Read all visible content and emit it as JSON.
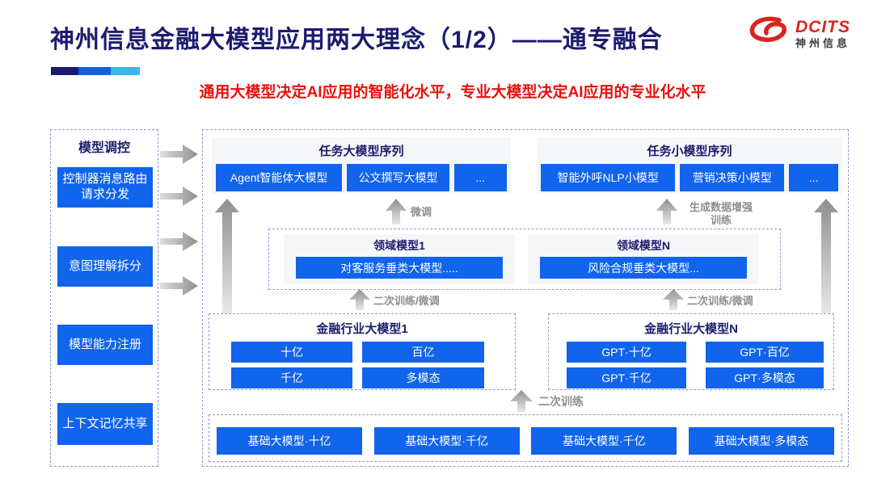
{
  "colors": {
    "navy": "#1b1c6e",
    "blue": "#1164ec",
    "red": "#e8110c",
    "logo-red": "#d9251d",
    "label-gray": "#8e8e8e",
    "accent-dark": "#1a1a70",
    "accent-mid": "#1060e0",
    "accent-light": "#3ab6e8"
  },
  "header": {
    "title": "神州信息金融大模型应用两大理念（1/2）——通专融合",
    "subtitle": "通用大模型决定AI应用的智能化水平，专业大模型决定AI应用的专业化水平",
    "logo": {
      "name": "DCITS",
      "cn": "神州信息"
    }
  },
  "sidebar": {
    "title": "模型调控",
    "items": [
      {
        "label": "控制器消息路由请求分发"
      },
      {
        "label": "意图理解拆分"
      },
      {
        "label": "模型能力注册"
      },
      {
        "label": "上下文记忆共享"
      }
    ]
  },
  "diagram": {
    "task_large": {
      "title": "任务大模型序列",
      "items": [
        "Agent智能体大模型",
        "公文撰写大模型",
        "..."
      ]
    },
    "task_small": {
      "title": "任务小模型序列",
      "items": [
        "智能外呼NLP小模型",
        "营销决策小模型",
        "..."
      ]
    },
    "labels": {
      "finetune": "微调",
      "gen_data_line1": "生成数据增强",
      "gen_data_line2": "训练",
      "retrain_finetune_left": "二次训练/微调",
      "retrain_finetune_right": "二次训练/微调",
      "retrain": "二次训练"
    },
    "domain1": {
      "title": "领域模型1",
      "item": "对客服务垂类大模型....."
    },
    "domainN": {
      "title": "领域模型N",
      "item": "风险合规垂类大模型..."
    },
    "industry1": {
      "title": "金融行业大模型1",
      "items": [
        "十亿",
        "百亿",
        "千亿",
        "多模态"
      ]
    },
    "industryN": {
      "title": "金融行业大模型N",
      "items": [
        "GPT·十亿",
        "GPT·百亿",
        "GPT·千亿",
        "GPT·多模态"
      ]
    },
    "base_models": [
      "基础大模型·十亿",
      "基础大模型·千亿",
      "基础大模型·千亿",
      "基础大模型·多模态"
    ]
  }
}
